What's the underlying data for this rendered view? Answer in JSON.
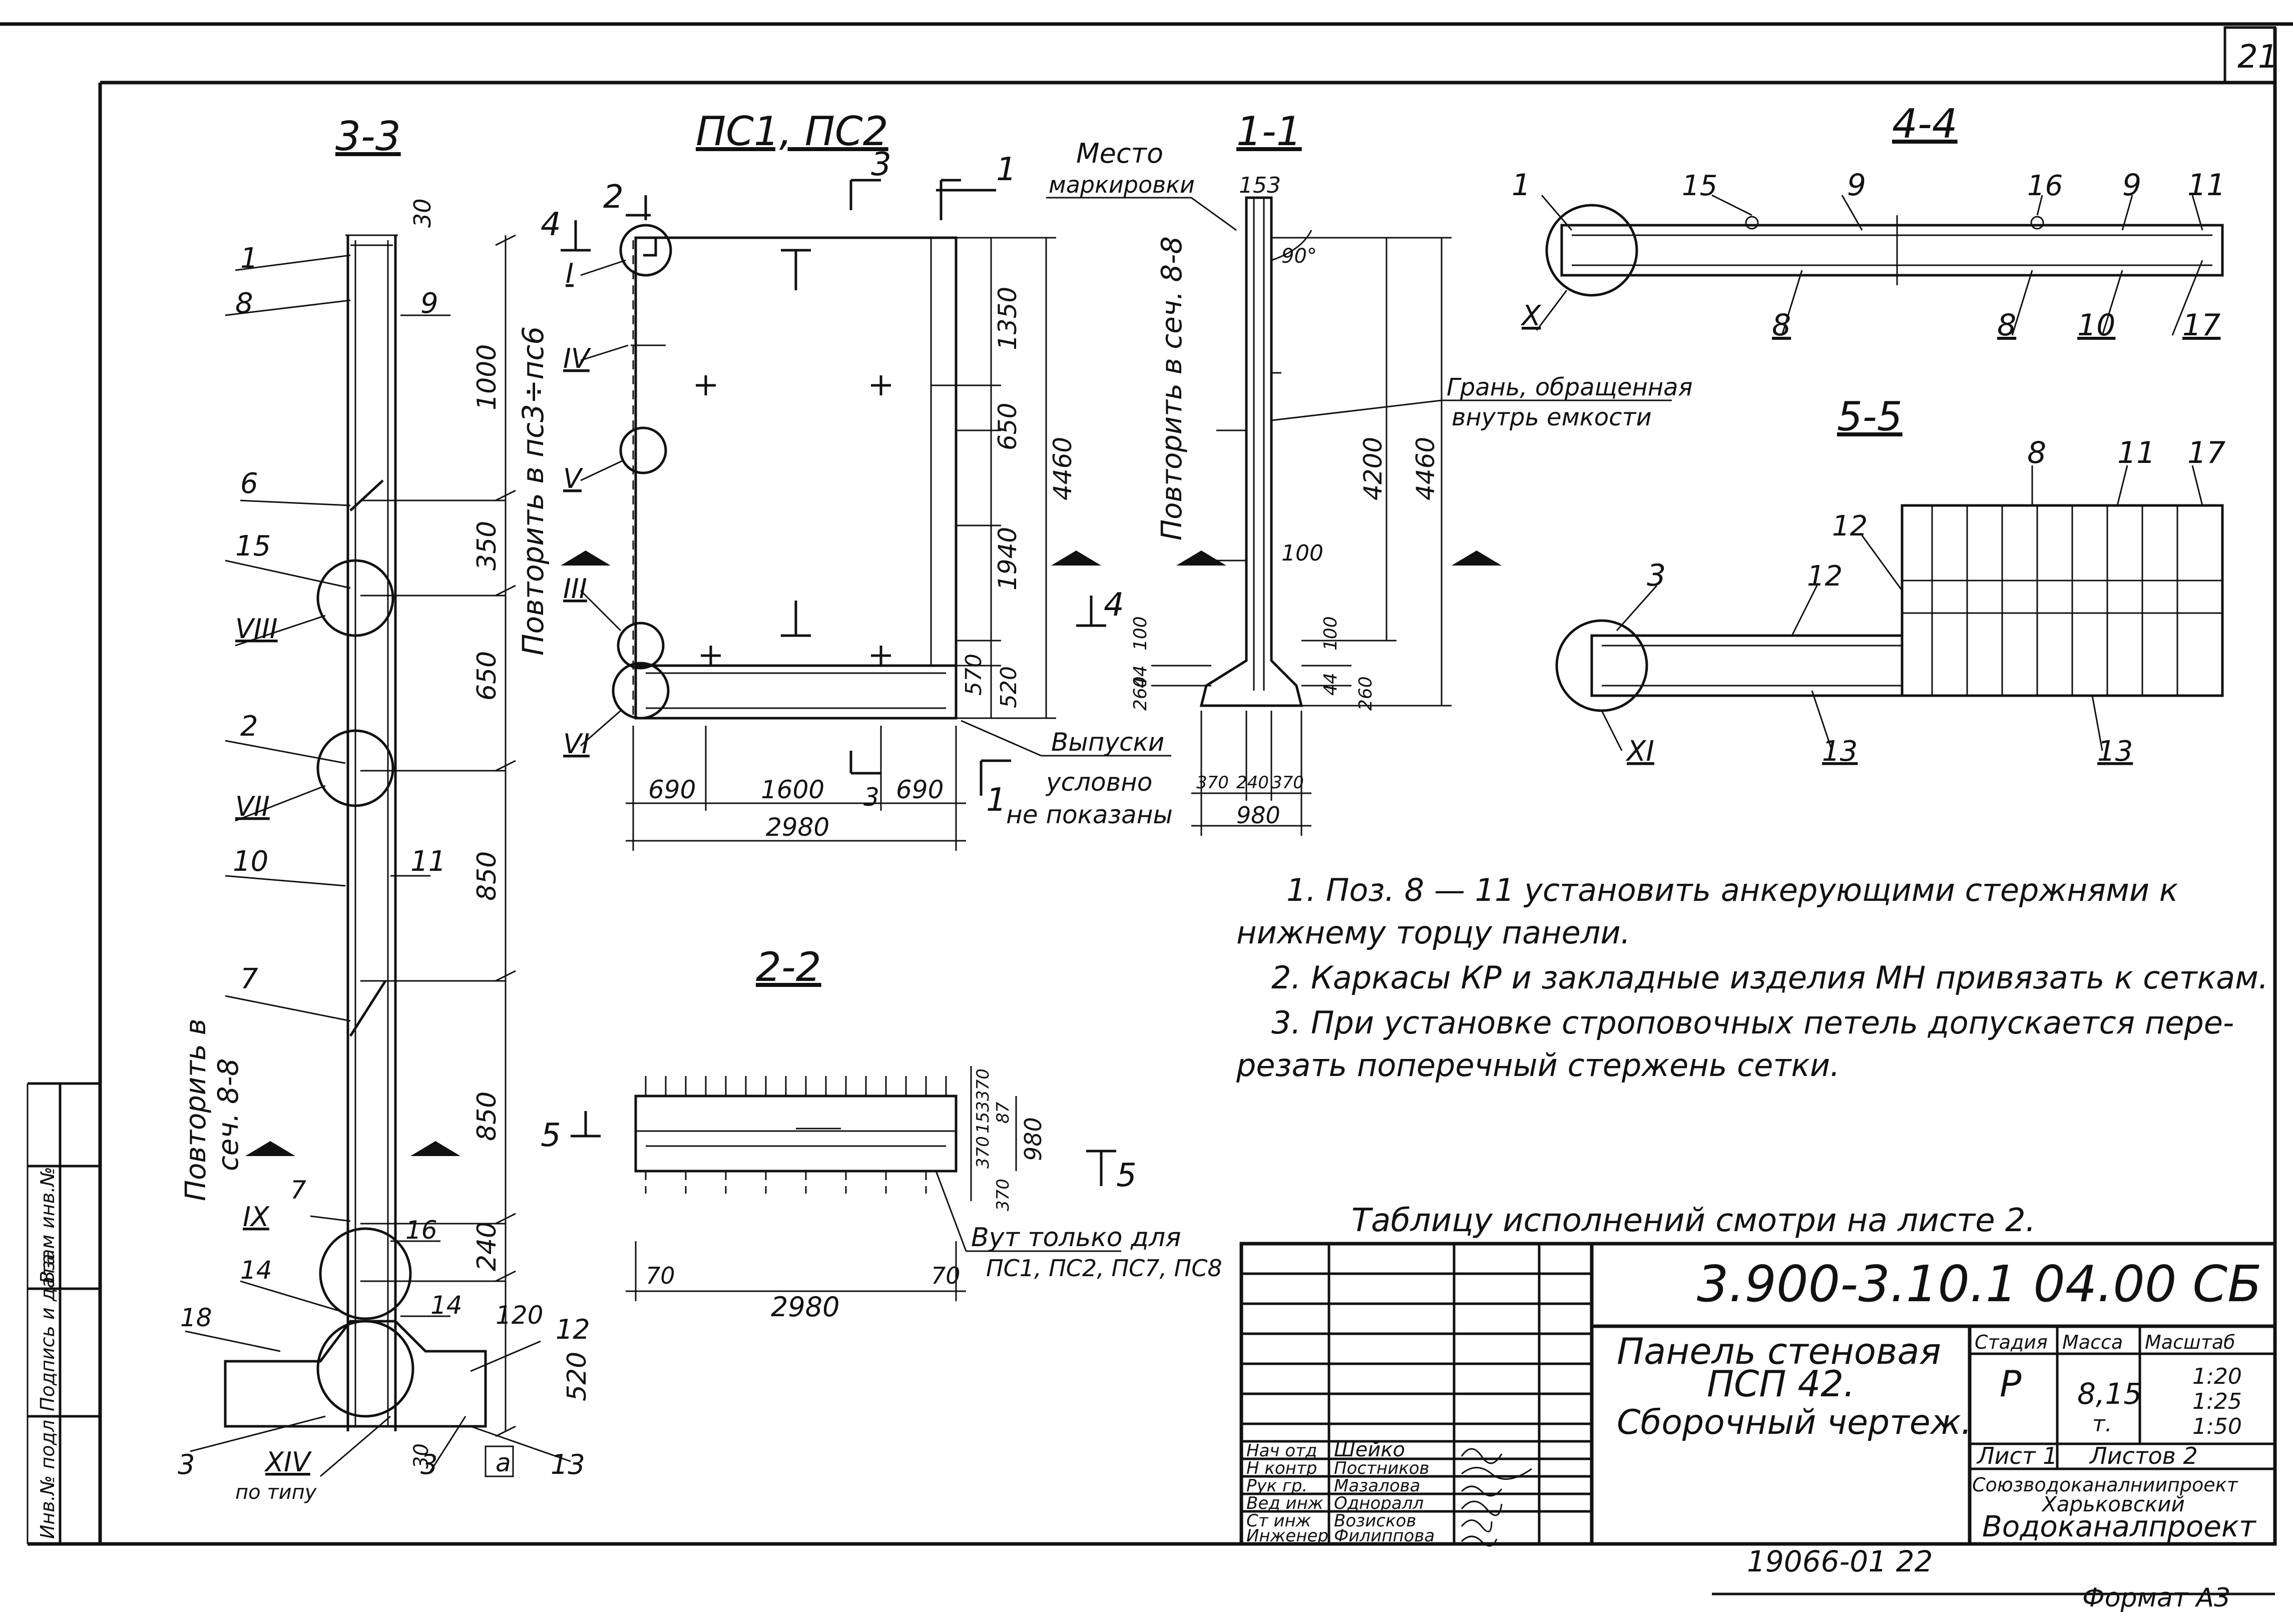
{
  "page_number": "21",
  "sections": {
    "s33": "3-3",
    "ps12": "ПС1, ПС2",
    "s11": "1-1",
    "s44": "4-4",
    "s55": "5-5",
    "s22": "2-2"
  },
  "sec33": {
    "repeat_note": "Повторить в пс3÷пс6",
    "repeat_note2_l1": "Повторить в",
    "repeat_note2_l2": "сеч. 8-8",
    "dims": [
      "30",
      "1000",
      "350",
      "650",
      "850",
      "850",
      "240",
      "520"
    ],
    "dim_120": "120",
    "dim_30b": "30",
    "dim_a": "a",
    "positions": [
      "1",
      "8",
      "9",
      "6",
      "15",
      "2",
      "10",
      "11",
      "7",
      "7",
      "16",
      "14",
      "14",
      "18",
      "12",
      "3",
      "3",
      "13"
    ],
    "nodes": [
      "VIII",
      "VII",
      "IX",
      "XIV"
    ],
    "po_tipu": "по типу"
  },
  "ps": {
    "mesto_l1": "Место",
    "mesto_l2": "маркировки",
    "dims_right": [
      "1350",
      "650",
      "1940",
      "570",
      "520"
    ],
    "dim_total": "4460",
    "dims_bottom": [
      "690",
      "1600",
      "690"
    ],
    "dim_2980": "2980",
    "vypuski": "Выпуски",
    "uslovno": "условно",
    "ne_pokazany": "не показаны",
    "cut_marks": [
      "2",
      "3",
      "1",
      "4",
      "4",
      "3",
      "1"
    ],
    "nodes": [
      "I",
      "IV",
      "V",
      "III",
      "VI"
    ]
  },
  "sec11": {
    "repeat_note": "Повторить в сеч. 8-8",
    "top_dims": "153",
    "angle": "90°",
    "dim_4200": "4200",
    "dim_4460": "4460",
    "dim_100": "100",
    "left_dims": [
      "100",
      "44",
      "260"
    ],
    "right_dims": [
      "100",
      "44",
      "260"
    ],
    "bottom_dims": [
      "370",
      "240",
      "370"
    ],
    "dim_980": "980",
    "face_l1": "Грань, обращенная",
    "face_l2": "внутрь емкости"
  },
  "sec44": {
    "labels": [
      "1",
      "15",
      "9",
      "16",
      "9",
      "11",
      "8",
      "8",
      "10",
      "17"
    ],
    "node": "X"
  },
  "sec55": {
    "labels": [
      "8",
      "11",
      "17",
      "12",
      "3",
      "12",
      "13",
      "13"
    ],
    "node": "XI"
  },
  "sec22": {
    "dims_right": [
      "370",
      "153",
      "370"
    ],
    "dims_right2": [
      "370",
      "87",
      "153",
      "370"
    ],
    "dim_980": "980",
    "dim_70a": "70",
    "dim_70b": "70",
    "dim_2980": "2980",
    "cut_left": "5",
    "cut_right": "5",
    "note_l1": "Вут только для",
    "note_l2": "ПС1, ПС2, ПС7, ПС8"
  },
  "notes": [
    "1. Поз. 8 — 11 установить анкерующими стержнями к",
    "нижнему торцу панели.",
    "2. Каркасы КР и закладные изделия МН привязать к сеткам.",
    "3. При установке строповочных петель допускается пере-",
    "резать поперечный стержень сетки."
  ],
  "table_note": "Таблицу исполнений смотри на листе 2.",
  "title_block": {
    "code": "3.900-3.10.1  04.00 СБ",
    "name_l1": "Панель стеновая",
    "name_l2": "ПСП 42.",
    "name_l3": "Сборочный чертеж.",
    "h_stadia": "Стадия",
    "h_massa": "Масса",
    "h_masshtab": "Масштаб",
    "stadia": "Р",
    "massa": "8,15",
    "massa_unit": "т.",
    "scales": [
      "1:20",
      "1:25",
      "1:50"
    ],
    "list": "Лист 1",
    "listov": "Листов 2",
    "org_l1": "Союзводоканалниипроект",
    "org_l2": "Харьковский",
    "org_l3": "Водоканалпроект",
    "roles": [
      "Нач отд",
      "Н контр",
      "Рук гр.",
      "Вед инж",
      "Ст инж",
      "Инженер"
    ],
    "names": [
      "Шейко",
      "Постников",
      "Мазалова",
      "Одноралл",
      "Возисков",
      "Филиппова"
    ]
  },
  "side_stamp": [
    "Инв.№ подл",
    "Подпись и дата",
    "Взам инв.№"
  ],
  "bottom_code": "19066-01  22",
  "format": "Формат А3"
}
